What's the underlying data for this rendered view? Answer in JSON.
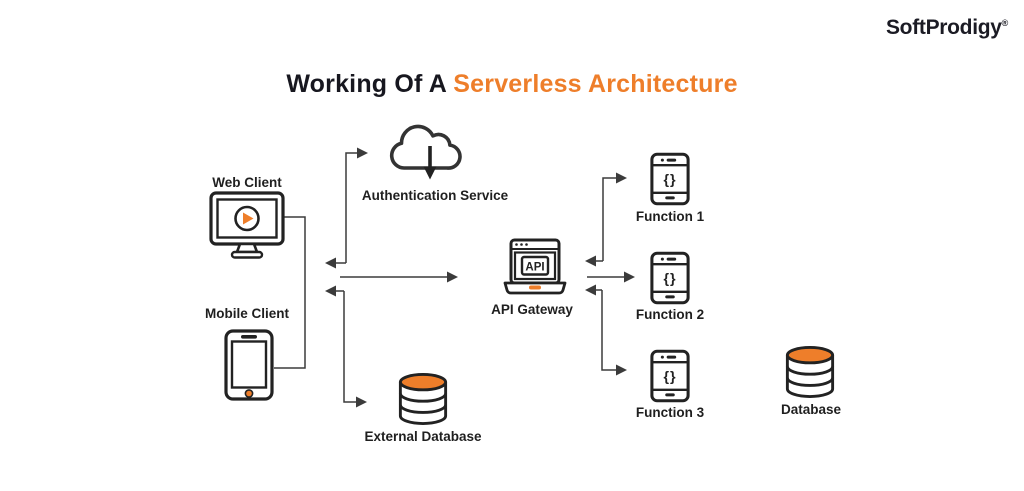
{
  "logo": {
    "text": "SoftProdigy",
    "reg_mark": "®"
  },
  "title": {
    "prefix": "Working Of A ",
    "highlight": "Serverless Architecture"
  },
  "nodes": {
    "web_client": {
      "label": "Web Client"
    },
    "mobile_client": {
      "label": "Mobile Client"
    },
    "auth_service": {
      "label": "Authentication Service"
    },
    "api_gateway": {
      "label": "API Gateway",
      "icon_text": "API"
    },
    "function1": {
      "label": "Function 1",
      "icon_text": "{}"
    },
    "function2": {
      "label": "Function 2",
      "icon_text": "{}"
    },
    "function3": {
      "label": "Function 3",
      "icon_text": "{}"
    },
    "external_database": {
      "label": "External Database"
    },
    "database": {
      "label": "Database"
    }
  },
  "colors": {
    "accent_orange": "#ee7e2a",
    "icon_outline": "#222222",
    "connector_line": "#3b3b3b",
    "title_dark": "#17171f"
  }
}
